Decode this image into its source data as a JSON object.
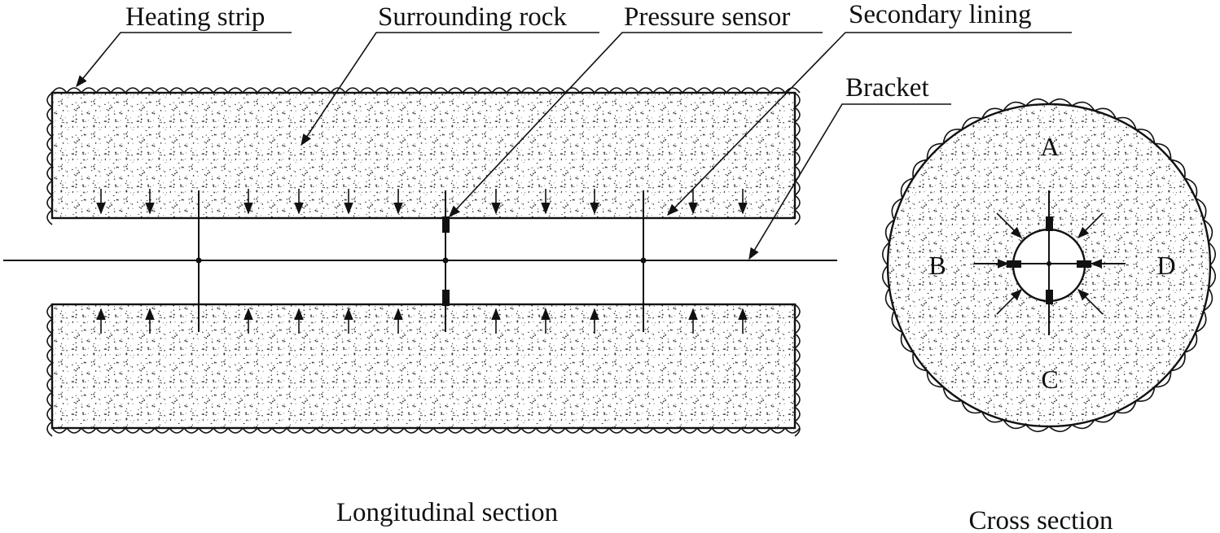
{
  "labels": {
    "heating_strip": "Heating strip",
    "surrounding_rock": "Surrounding rock",
    "pressure_sensor": "Pressure sensor",
    "secondary_lining": "Secondary lining",
    "bracket": "Bracket"
  },
  "captions": {
    "longitudinal": "Longitudinal section",
    "cross": "Cross section"
  },
  "points": {
    "a": "A",
    "b": "B",
    "c": "C",
    "d": "D"
  },
  "colors": {
    "ink": "#111111",
    "background": "#ffffff"
  }
}
